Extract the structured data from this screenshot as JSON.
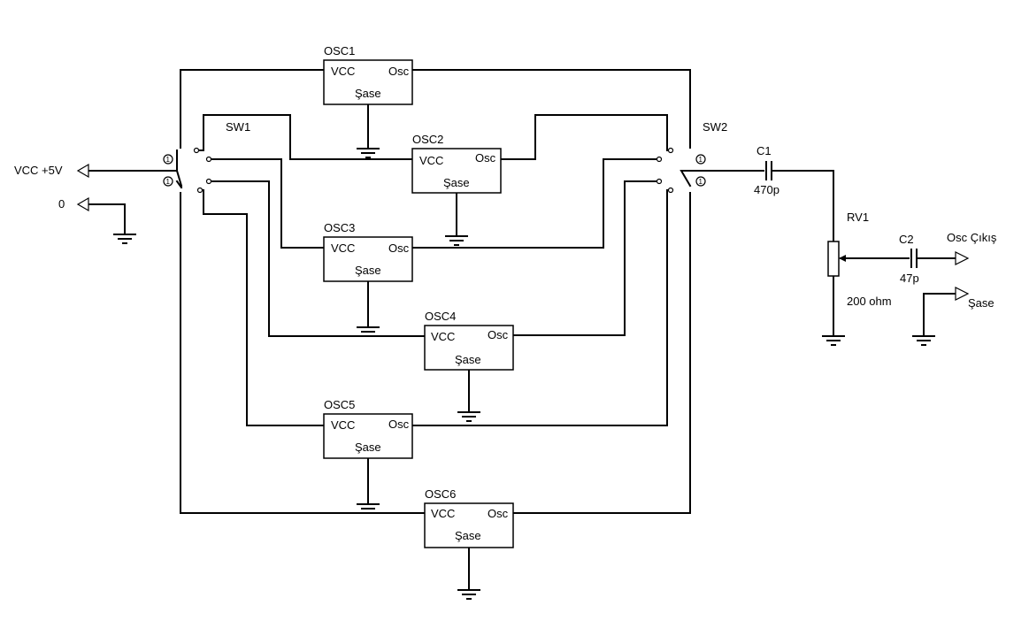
{
  "oscillators": [
    {
      "name": "OSC1",
      "vcc": "VCC",
      "osc": "Osc",
      "gnd": "Şase"
    },
    {
      "name": "OSC2",
      "vcc": "VCC",
      "osc": "Osc",
      "gnd": "Şase"
    },
    {
      "name": "OSC3",
      "vcc": "VCC",
      "osc": "Osc",
      "gnd": "Şase"
    },
    {
      "name": "OSC4",
      "vcc": "VCC",
      "osc": "Osc",
      "gnd": "Şase"
    },
    {
      "name": "OSC5",
      "vcc": "VCC",
      "osc": "Osc",
      "gnd": "Şase"
    },
    {
      "name": "OSC6",
      "vcc": "VCC",
      "osc": "Osc",
      "gnd": "Şase"
    }
  ],
  "switches": {
    "sw1": {
      "name": "SW1",
      "pole_top": "1",
      "pole_bottom": "1"
    },
    "sw2": {
      "name": "SW2",
      "pole_top": "1",
      "pole_bottom": "1"
    }
  },
  "inputs": {
    "vcc": "VCC +5V",
    "zero": "0"
  },
  "c1": {
    "name": "C1",
    "value": "470p"
  },
  "rv1": {
    "name": "RV1",
    "value": "200 ohm"
  },
  "c2": {
    "name": "C2",
    "value": "47p"
  },
  "outputs": {
    "osc_out": "Osc Çıkış",
    "ground": "Şase"
  }
}
